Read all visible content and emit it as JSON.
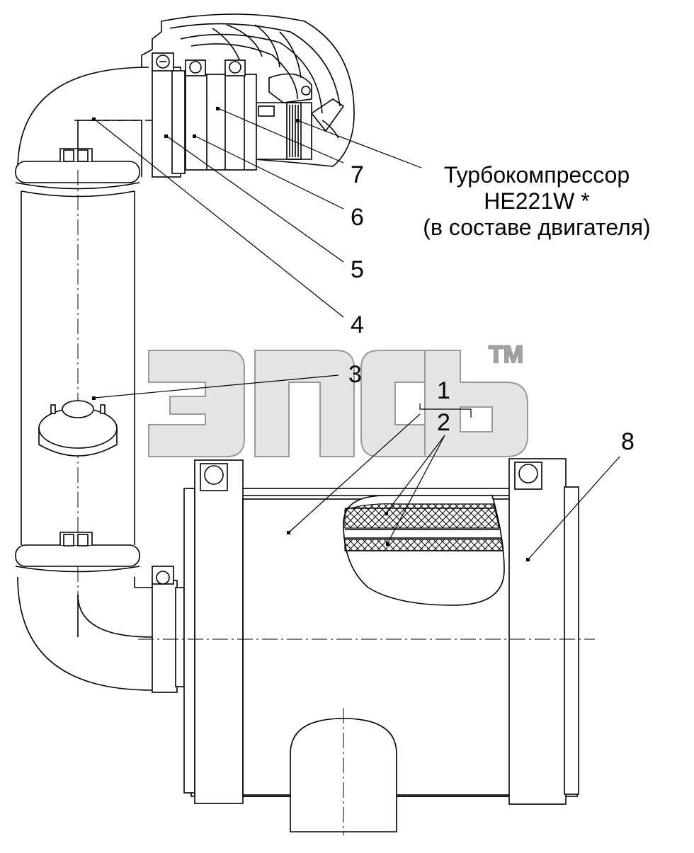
{
  "note": {
    "line1": "Турбокомпрессор",
    "line2": "HE221W *",
    "line3": "(в составе двигателя)"
  },
  "callouts": [
    "1",
    "2",
    "3",
    "4",
    "5",
    "6",
    "7",
    "8"
  ],
  "watermark": {
    "trademark": "TM"
  },
  "colors": {
    "line": "#000000",
    "watermark": "#a7a7a7",
    "background": "#ffffff"
  }
}
